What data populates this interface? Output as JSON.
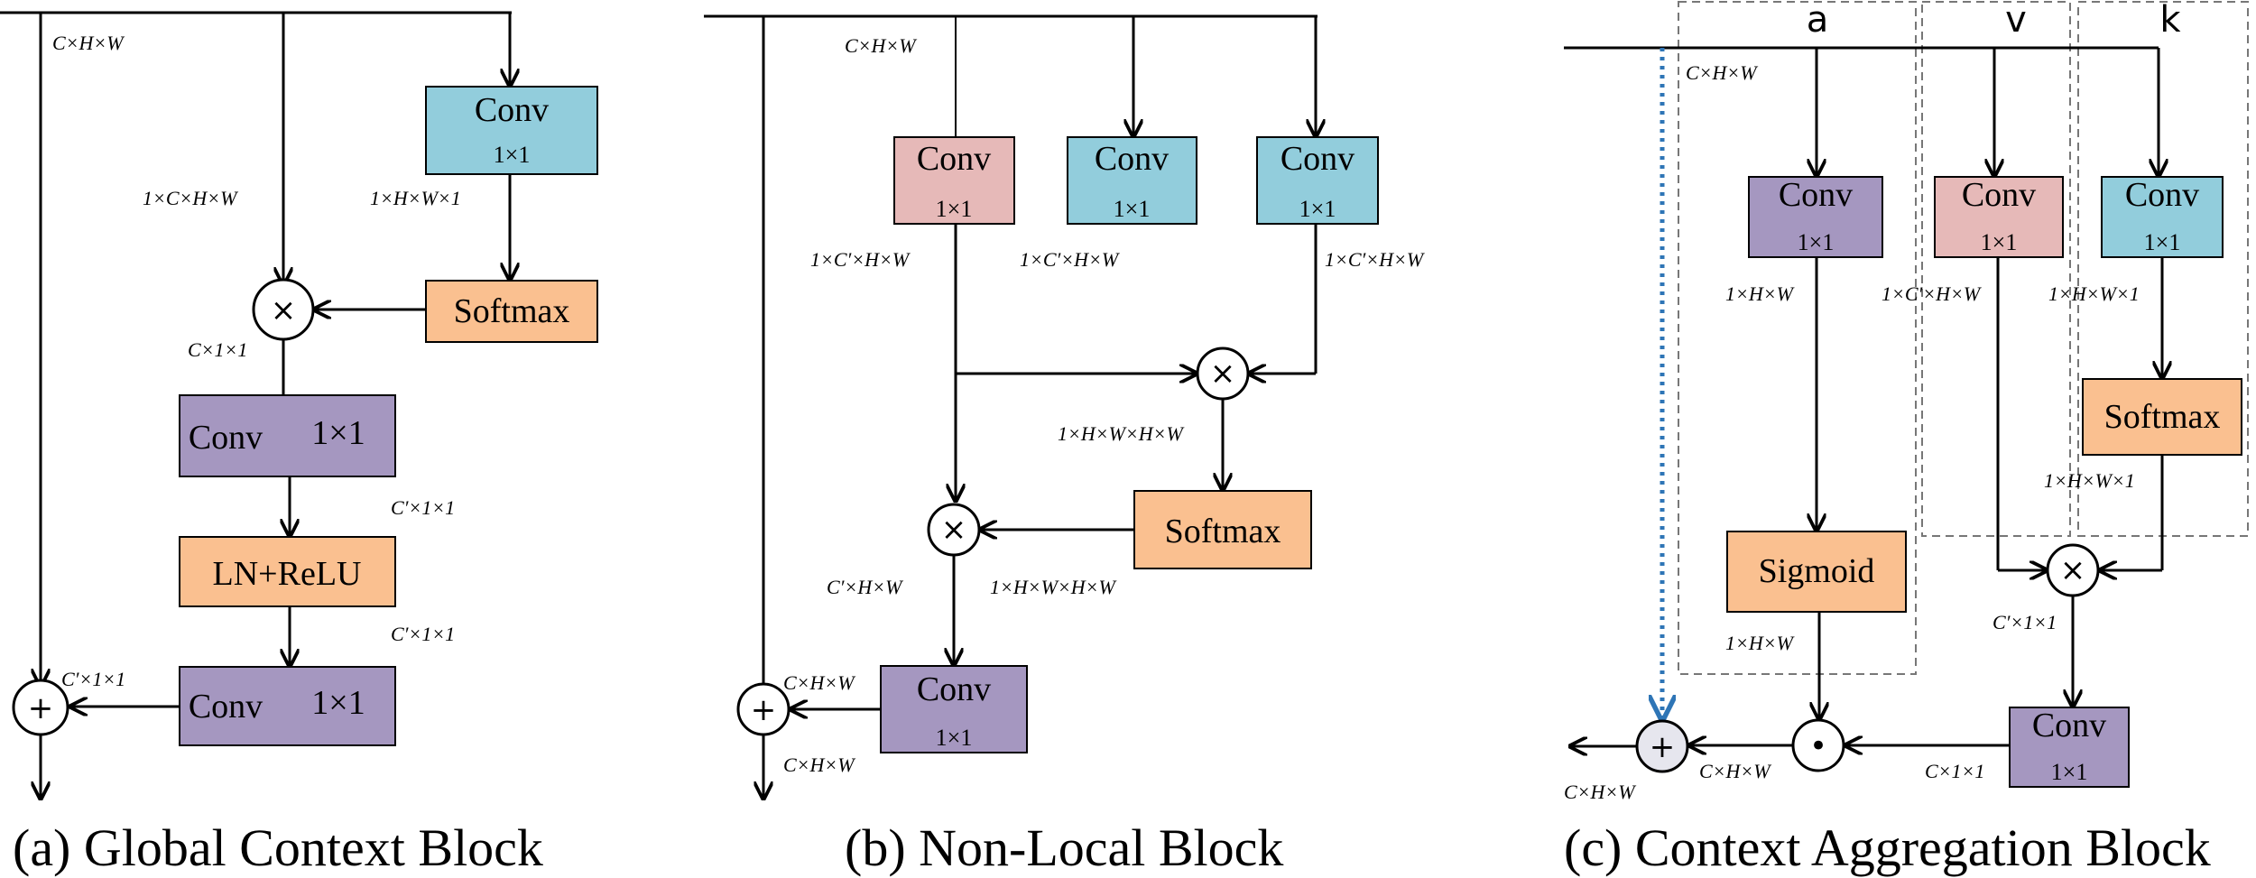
{
  "colors": {
    "teal": "#92CDDC",
    "pink": "#E6B9B8",
    "purple": "#A597C0",
    "orange": "#FAC090",
    "blue_dotted": "#2E75B6"
  },
  "panel_a": {
    "caption": "(a) Global Context Block",
    "in_dim": "C×H×W",
    "left_dim": "1×C×H×W",
    "right_dim": "1×H×W×1",
    "pool_dim": "C×1×1",
    "mid_dim1": "C′×1×1",
    "mid_dim2": "C′×1×1",
    "add_dim": "C′×1×1",
    "conv_top": {
      "name": "Conv",
      "size": "1×1"
    },
    "softmax": "Softmax",
    "conv_mid": {
      "name": "Conv",
      "size": "1×1"
    },
    "ln_relu": "LN+ReLU",
    "conv_bot": {
      "name": "Conv",
      "size": "1×1"
    },
    "mul_symbol": "×",
    "add_symbol": "+"
  },
  "panel_b": {
    "caption": "(b) Non-Local Block",
    "in_dim": "C×H×W",
    "conv1": {
      "name": "Conv",
      "size": "1×1"
    },
    "conv2": {
      "name": "Conv",
      "size": "1×1"
    },
    "conv3": {
      "name": "Conv",
      "size": "1×1"
    },
    "dim1": "1×C′×H×W",
    "dim2": "1×C′×H×W",
    "dim3": "1×C′×H×W",
    "hwhw1": "1×H×W×H×W",
    "hwhw2": "1×H×W×H×W",
    "softmax": "Softmax",
    "chw": "C′×H×W",
    "conv_out": {
      "name": "Conv",
      "size": "1×1"
    },
    "add_dim_in": "C×H×W",
    "add_dim_out": "C×H×W",
    "mul_symbol": "×",
    "add_symbol": "+"
  },
  "panel_c": {
    "caption": "(c) Context Aggregation Block",
    "header_a": "a",
    "header_v": "v",
    "header_k": "k",
    "in_dim": "C×H×W",
    "conv_a": {
      "name": "Conv",
      "size": "1×1"
    },
    "conv_v": {
      "name": "Conv",
      "size": "1×1"
    },
    "conv_k": {
      "name": "Conv",
      "size": "1×1"
    },
    "dim_a": "1×H×W",
    "dim_v": "1×C′×H×W",
    "dim_k": "1×H×W×1",
    "softmax": "Softmax",
    "dim_k2": "1×H×W×1",
    "sigmoid": "Sigmoid",
    "dim_sig": "1×H×W",
    "dim_mul": "C′×1×1",
    "conv_out": {
      "name": "Conv",
      "size": "1×1"
    },
    "dim_conv_out": "C×1×1",
    "dim_dot": "C×H×W",
    "dim_out": "C×H×W",
    "mul_symbol": "×",
    "dot_symbol": "•",
    "add_symbol": "+"
  }
}
